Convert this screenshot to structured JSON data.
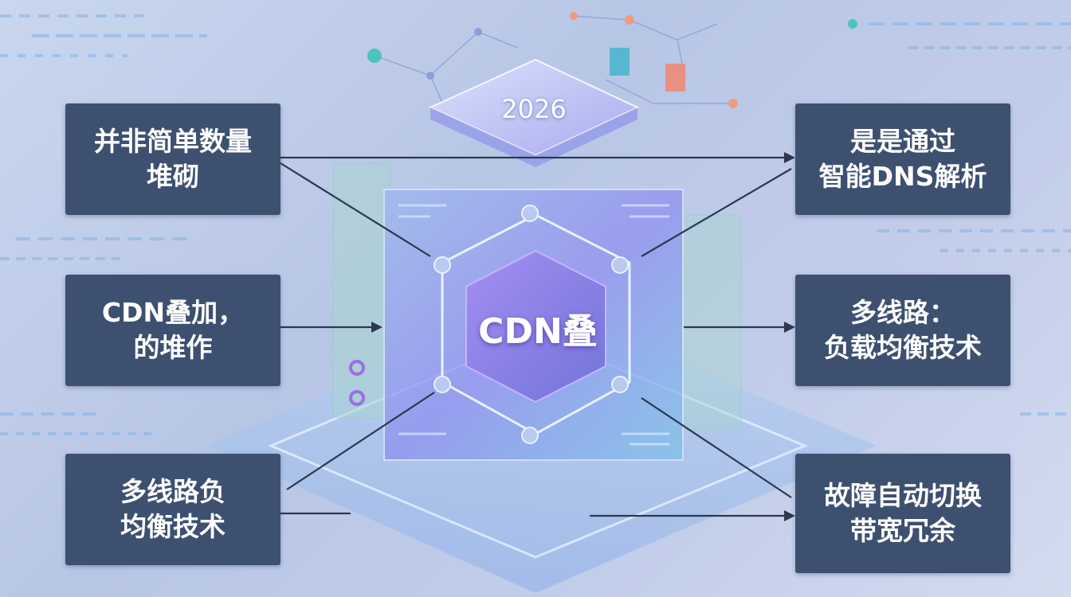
{
  "center": {
    "title": "CDN叠",
    "year": "2026"
  },
  "left_boxes": [
    {
      "line1": "并非简单数量",
      "line2": "堆砌"
    },
    {
      "line1": "CDN叠加，",
      "line2": "的堆作"
    },
    {
      "line1": "多线路负",
      "line2": "均衡技术"
    }
  ],
  "right_boxes": [
    {
      "line1": "是是通过",
      "line2": "智能DNS解析"
    },
    {
      "line1": "多线路：",
      "line2": "负载均衡技术"
    },
    {
      "line1": "故障自动切换",
      "line2": "带宽冗余"
    }
  ],
  "colors": {
    "box_bg": "#3d5070",
    "arrow": "#2c3850",
    "chip_accent": "#8a7cf0",
    "circuit": "#7fa3e0"
  }
}
